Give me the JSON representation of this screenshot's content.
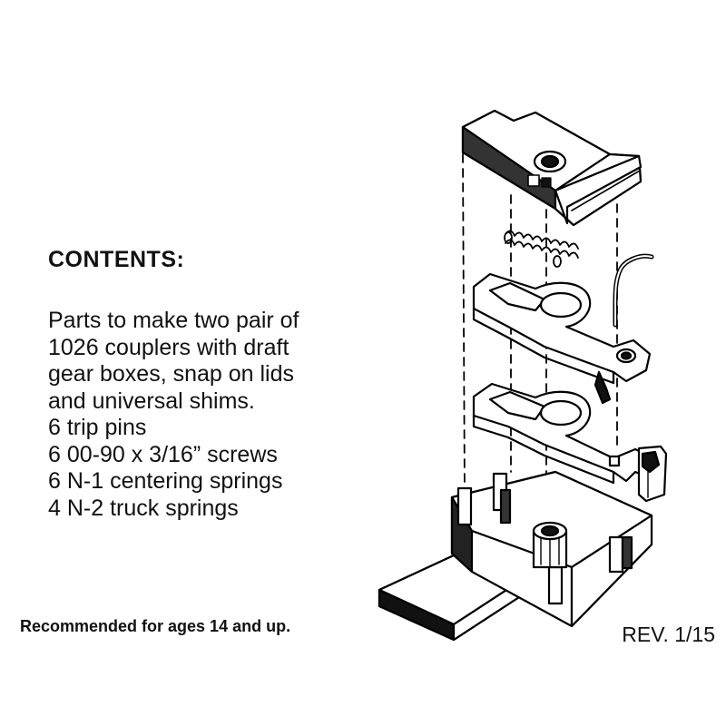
{
  "contents": {
    "heading": "CONTENTS:",
    "lines": [
      "Parts to make two pair of",
      "1026 couplers with draft",
      "gear boxes, snap on lids",
      "and universal shims.",
      "6 trip pins",
      "6 00-90 x 3/16” screws",
      "6 N-1 centering springs",
      "4 N-2 truck springs"
    ]
  },
  "footer": {
    "note": "Recommended for ages 14 and up.",
    "revision": "REV. 1/15"
  },
  "diagram": {
    "parts": [
      "gear-box-lid",
      "centering-spring",
      "trip-pin",
      "coupler-upper",
      "coupler-lower",
      "gear-box",
      "universal-shim"
    ],
    "line_color": "#000000",
    "fill_color": "#ffffff"
  }
}
